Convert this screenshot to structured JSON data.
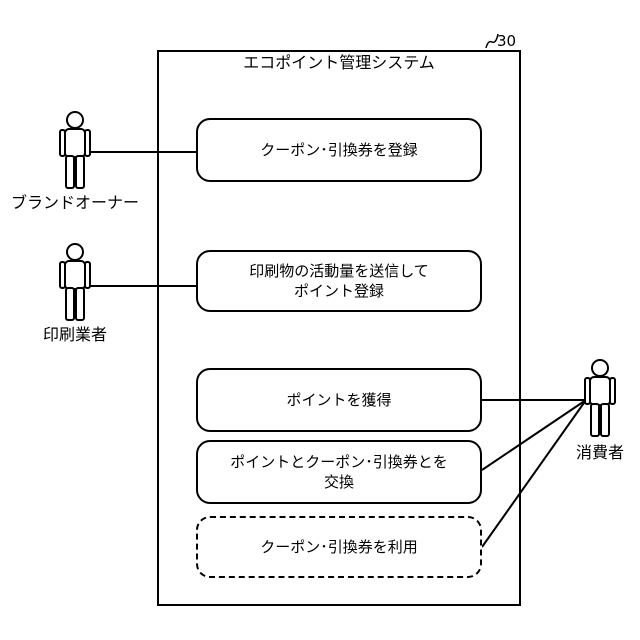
{
  "system": {
    "title": "エコポイント管理システム",
    "reference_number": "30"
  },
  "actors": {
    "brand_owner": "ブランドオーナー",
    "printer": "印刷業者",
    "consumer": "消費者"
  },
  "use_cases": [
    {
      "label": "クーポン･引換券を登録",
      "style": "solid"
    },
    {
      "label": "印刷物の活動量を送信して\nポイント登録",
      "style": "solid"
    },
    {
      "label": "ポイントを獲得",
      "style": "solid"
    },
    {
      "label": "ポイントとクーポン･引換券とを\n交換",
      "style": "solid"
    },
    {
      "label": "クーポン･引換券を利用",
      "style": "dashed"
    }
  ]
}
